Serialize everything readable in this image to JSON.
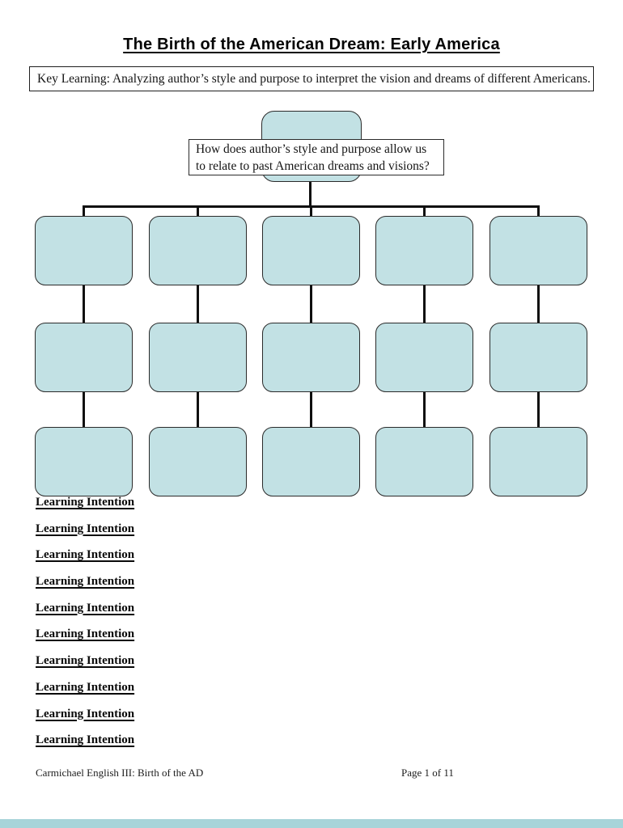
{
  "page": {
    "title": "The Birth of the American Dream: Early America",
    "key_learning": "Key Learning: Analyzing author’s style and purpose to interpret the vision and dreams of different Americans.",
    "central_question": "How does author’s style and purpose allow us to relate to past American dreams and visions?"
  },
  "diagram": {
    "type": "graphic-organizer-tree",
    "root_label": "",
    "rows": 3,
    "columns": 5,
    "box_fill": "#c2e1e4",
    "box_border": "#2a2a2a",
    "connector_color": "#0f0f0f"
  },
  "learning_intentions": [
    "Learning Intention",
    "Learning Intention",
    "Learning Intention",
    "Learning Intention",
    "Learning Intention",
    "Learning Intention",
    "Learning Intention",
    "Learning Intention",
    "Learning Intention",
    "Learning Intention"
  ],
  "footer": {
    "left": "Carmichael English III: Birth of the AD",
    "right": "Page 1 of 11"
  },
  "colors": {
    "accent_bar": "#a7d4d9"
  }
}
